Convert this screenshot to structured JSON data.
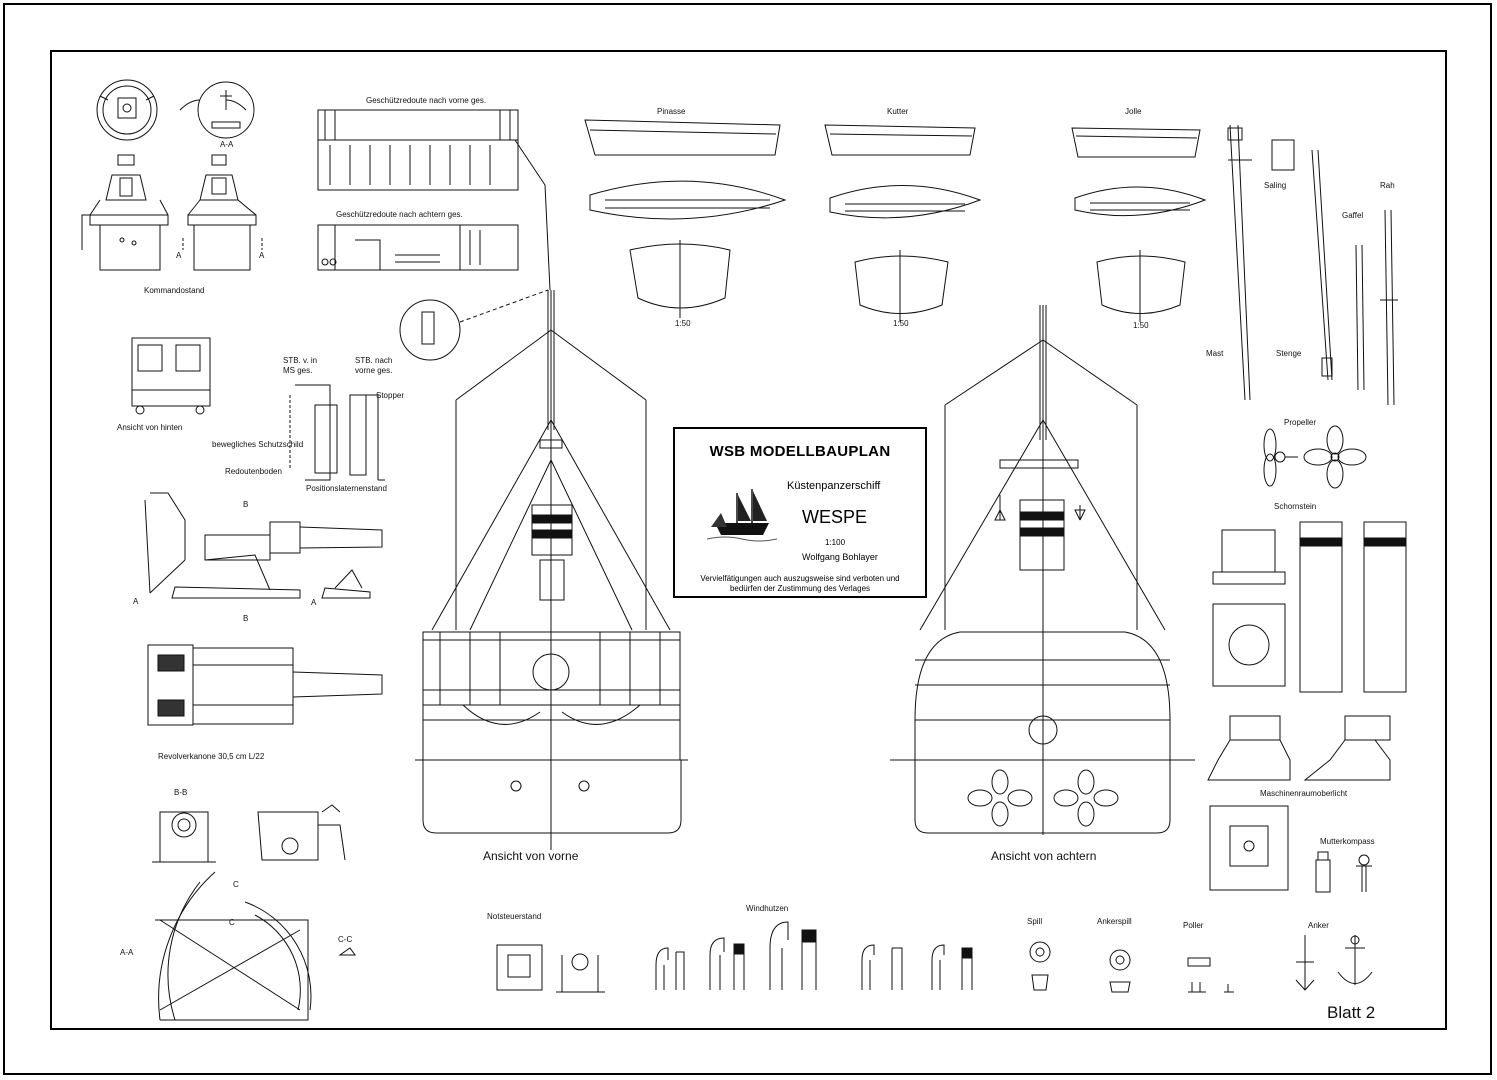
{
  "sheet": {
    "sheet_number": "Blatt 2",
    "title_block": {
      "title": "WSB MODELLBAUPLAN",
      "ship_type": "Küstenpanzerschiff",
      "ship_name": "WESPE",
      "scale": "1:100",
      "author": "Wolfgang Bohlayer",
      "notice_line1": "Vervielfätigungen auch auszugsweise sind verboten und",
      "notice_line2": "bedürfen der Zustimmung des Verlages"
    }
  },
  "labels": {
    "kommandostand": "Kommandostand",
    "a_a_top": "A-A",
    "a_left": "A",
    "a_right": "A",
    "redoute_vorne": "Geschützredoute nach vorne ges.",
    "redoute_achtern": "Geschützredoute nach achtern ges.",
    "pinasse": "Pinasse",
    "kutter": "Kutter",
    "jolle": "Jolle",
    "scale_150_a": "1:50",
    "scale_150_b": "1:50",
    "scale_150_c": "1:50",
    "saling": "Saling",
    "gaffel": "Gaffel",
    "rah": "Rah",
    "mast": "Mast",
    "stenge": "Stenge",
    "propeller": "Propeller",
    "schornstein": "Schornstein",
    "maschinenraumoberlicht": "Maschinenraumoberlicht",
    "mutterkompass": "Mutterkompass",
    "ansicht_hinten": "Ansicht von hinten",
    "stb_vin": "STB. v. in",
    "ms_ges": "MS ges.",
    "stb_nach": "STB. nach",
    "vorne_ges": "vorne ges.",
    "stopper": "Stopper",
    "schutzschild": "bewegliches Schutzschild",
    "redoutenboden": "Redoutenboden",
    "positionslaternenstand": "Positionslaternenstand",
    "b_top": "B",
    "b_bottom": "B",
    "a_gun_left": "A",
    "a_gun_right": "A",
    "revolverkanone": "Revolverkanone  30,5 cm L/22",
    "bb": "B-B",
    "c_top": "C",
    "c_bottom": "C",
    "a_a_bottom": "A-A",
    "c_c": "C-C",
    "ansicht_vorne": "Ansicht von vorne",
    "ansicht_achtern": "Ansicht von achtern",
    "notsteuerstand": "Notsteuerstand",
    "windhutzen": "Windhutzen",
    "spill": "Spill",
    "ankerspill": "Ankerspill",
    "poller": "Poller",
    "anker": "Anker"
  }
}
